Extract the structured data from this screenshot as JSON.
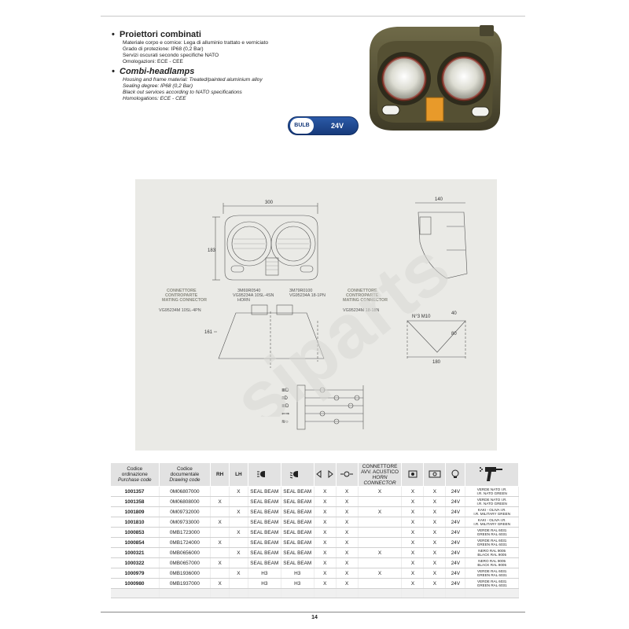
{
  "section_it": {
    "title": "Proiettori combinati",
    "lines": [
      "Materiale corpo e cornice: Lega di alluminio trattato e verniciato",
      "Grado di protezione: IP68 (0,2 Bar)",
      "Servizi oscurati secondo specifiche NATO",
      "Omologazioni: ECE - CEE"
    ]
  },
  "section_en": {
    "title": "Combi-headlamps",
    "lines": [
      "Housing and frame material: Treated/painted aluminium alloy",
      "Sealing degree: IP68 (0,2 Bar)",
      "Black out services according to NATO specifications",
      "Homologations: ECE - CEE"
    ]
  },
  "badge": {
    "bulb": "BULB",
    "voltage": "24V"
  },
  "drawing": {
    "dim_width": "300",
    "dim_height": "183",
    "dim_depth": "140",
    "dim_base": "180",
    "dim_side": "80",
    "dim_top": "40",
    "dim_left": "161",
    "thread": "N°3 M10",
    "connector_left_it": "CONNETTORE",
    "connector_left_it2": "CONTROPARTE",
    "connector_left_en": "MATING CONNECTOR",
    "connector_left_code": "VG95234M 10SL-4PN",
    "connector_right_it": "CONNETTORE",
    "connector_right_it2": "CONTROPARTE",
    "connector_right_en": "MATING CONNECTOR",
    "connector_right_code": "VG95234M 18-18N",
    "center_code_1": "3M69R0540",
    "center_code_2": "VG95234A 10SL-4SN",
    "center_horn": "HORN",
    "center_code_3": "3M79R0100",
    "center_code_4": "VG95234A 18-1PN"
  },
  "watermark": "siparts",
  "table": {
    "headers": {
      "code_it": "Codice",
      "code_it2": "ordinazione",
      "code_en": "Purchase code",
      "draw_it": "Codice",
      "draw_it2": "documentale",
      "draw_en": "Drawing code",
      "rh": "RH",
      "lh": "LH",
      "horn_it": "CONNETTORE",
      "horn_it2": "AVV. ACUSTICO",
      "horn_en": "HORN",
      "horn_en2": "CONNECTOR"
    },
    "rows": [
      {
        "code": "1001357",
        "drawing": "0M06807000",
        "rh": "",
        "lh": "X",
        "c1": "SEAL BEAM",
        "c2": "SEAL BEAM",
        "c3": "X",
        "c4": "X",
        "horn": "X",
        "c5": "X",
        "c6": "X",
        "volt": "24V",
        "color1": "VERDE NATO I.R.",
        "color2": "I.R. NATO GREEN"
      },
      {
        "code": "1001358",
        "drawing": "0M06808000",
        "rh": "X",
        "lh": "",
        "c1": "SEAL BEAM",
        "c2": "SEAL BEAM",
        "c3": "X",
        "c4": "X",
        "horn": "",
        "c5": "X",
        "c6": "X",
        "volt": "24V",
        "color1": "VERDE NATO I.R.",
        "color2": "I.R. NATO GREEN"
      },
      {
        "code": "1001809",
        "drawing": "0M09732000",
        "rh": "",
        "lh": "X",
        "c1": "SEAL BEAM",
        "c2": "SEAL BEAM",
        "c3": "X",
        "c4": "X",
        "horn": "X",
        "c5": "X",
        "c6": "X",
        "volt": "24V",
        "color1": "KAKI - OLIVA I.R.",
        "color2": "I.R. MILITARY GREEN"
      },
      {
        "code": "1001810",
        "drawing": "0M09733000",
        "rh": "X",
        "lh": "",
        "c1": "SEAL BEAM",
        "c2": "SEAL BEAM",
        "c3": "X",
        "c4": "X",
        "horn": "",
        "c5": "X",
        "c6": "X",
        "volt": "24V",
        "color1": "KAKI - OLIVA I.R.",
        "color2": "I.R. MILITARY GREEN"
      },
      {
        "code": "1000853",
        "drawing": "0MB1723000",
        "rh": "",
        "lh": "X",
        "c1": "SEAL BEAM",
        "c2": "SEAL BEAM",
        "c3": "X",
        "c4": "X",
        "horn": "",
        "c5": "X",
        "c6": "X",
        "volt": "24V",
        "color1": "VERDE RAL 6031",
        "color2": "GREEN RAL 6031"
      },
      {
        "code": "1000854",
        "drawing": "0MB1724000",
        "rh": "X",
        "lh": "",
        "c1": "SEAL BEAM",
        "c2": "SEAL BEAM",
        "c3": "X",
        "c4": "X",
        "horn": "",
        "c5": "X",
        "c6": "X",
        "volt": "24V",
        "color1": "VERDE RAL 6031",
        "color2": "GREEN RAL 6031"
      },
      {
        "code": "1000321",
        "drawing": "0MB0656000",
        "rh": "",
        "lh": "X",
        "c1": "SEAL BEAM",
        "c2": "SEAL BEAM",
        "c3": "X",
        "c4": "X",
        "horn": "X",
        "c5": "X",
        "c6": "X",
        "volt": "24V",
        "color1": "NERO RAL 9005",
        "color2": "BLACK RAL 9005"
      },
      {
        "code": "1000322",
        "drawing": "0MB0657000",
        "rh": "X",
        "lh": "",
        "c1": "SEAL BEAM",
        "c2": "SEAL BEAM",
        "c3": "X",
        "c4": "X",
        "horn": "",
        "c5": "X",
        "c6": "X",
        "volt": "24V",
        "color1": "NERO RAL 9005",
        "color2": "BLACK RAL 9005"
      },
      {
        "code": "1000979",
        "drawing": "0MB1936000",
        "rh": "",
        "lh": "X",
        "c1": "H3",
        "c2": "H3",
        "c3": "X",
        "c4": "X",
        "horn": "X",
        "c5": "X",
        "c6": "X",
        "volt": "24V",
        "color1": "VERDE RAL 6031",
        "color2": "GREEN RAL 6031"
      },
      {
        "code": "1000980",
        "drawing": "0MB1937000",
        "rh": "X",
        "lh": "",
        "c1": "H3",
        "c2": "H3",
        "c3": "X",
        "c4": "X",
        "horn": "",
        "c5": "X",
        "c6": "X",
        "volt": "24V",
        "color1": "VERDE RAL 6031",
        "color2": "GREEN RAL 6031"
      }
    ]
  },
  "page_number": "14"
}
